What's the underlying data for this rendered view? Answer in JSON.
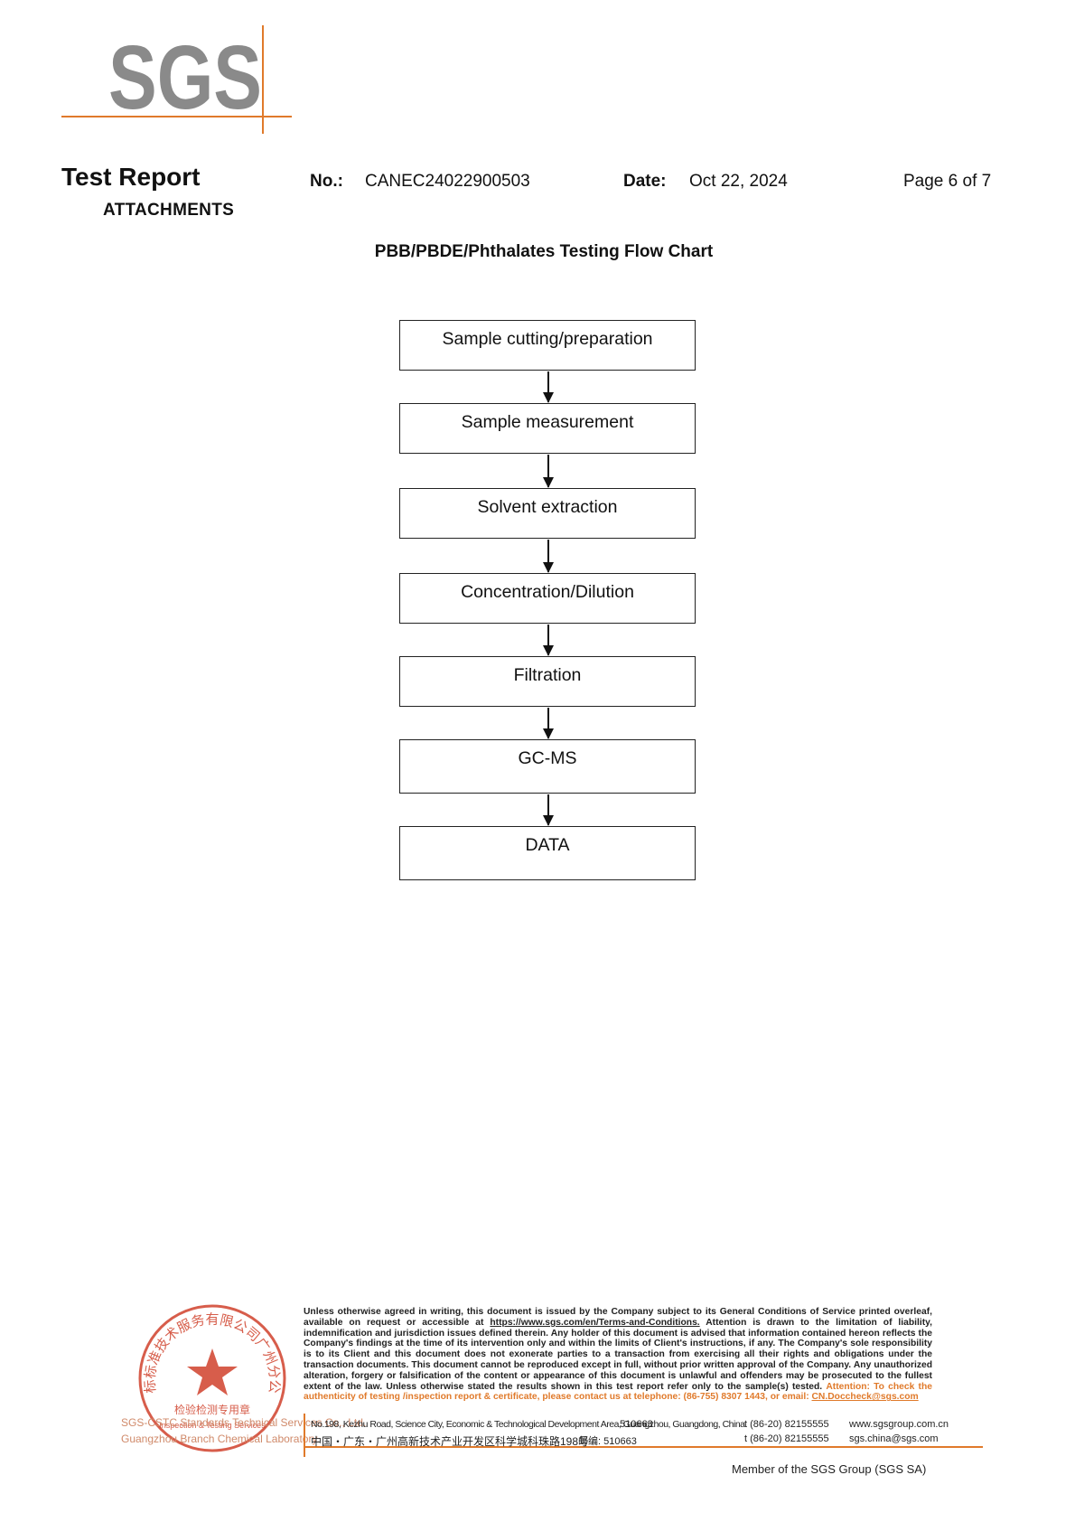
{
  "brand": {
    "logo_text": "SGS",
    "logo_color": "#8a8a8a",
    "accent_color": "#e07a2b"
  },
  "header": {
    "title": "Test Report",
    "subtitle": "ATTACHMENTS",
    "no_label": "No.:",
    "no_value": "CANEC24022900503",
    "date_label": "Date:",
    "date_value": "Oct 22, 2024",
    "page": "Page 6 of 7"
  },
  "flow_chart": {
    "title": "PBB/PBDE/Phthalates Testing Flow Chart",
    "steps": [
      "Sample cutting/preparation",
      "Sample measurement",
      "Solvent extraction",
      "Concentration/Dilution",
      "Filtration",
      "GC-MS",
      "DATA"
    ]
  },
  "footer": {
    "stamp": {
      "ring_text": "通标标准技术服务有限公司广州分公司",
      "center_text": "检验检测专用章",
      "band_text": "Inspection & Testing Services",
      "color": "#d0412b"
    },
    "stamp_caption_line1": "SGS-CSTC Standards Technical Services Co., Ltd.",
    "stamp_caption_line2": "Guangzhou Branch Chemical Laboratory.",
    "legal_part1": "Unless otherwise agreed in writing, this document is issued by the Company subject to its General Conditions of Service printed overleaf, available on request or accessible at ",
    "legal_link": "https://www.sgs.com/en/Terms-and-Conditions.",
    "legal_part2": " Attention is drawn to the limitation of liability, indemnification and jurisdiction issues defined therein. Any holder of this document is advised that information contained hereon reflects the Company's findings at the time of its intervention only and within the limits of Client's instructions, if any. The Company's sole responsibility is to its Client and this document does not exonerate parties to a transaction from exercising all their rights and obligations under the transaction documents. This document cannot be reproduced except in full, without prior written approval of the Company. Any unauthorized alteration, forgery or falsification of the content or appearance of this document is unlawful and offenders may be prosecuted to the fullest extent of the law. Unless otherwise stated the results shown in this test report refer only to the sample(s) tested.",
    "attention_text": "Attention: To check the authenticity of testing /inspection report & certificate, please contact us at telephone: (86-755) 8307 1443, or email: ",
    "attention_email": "CN.Doccheck@sgs.com",
    "address_en": "No.198, Kezhu Road, Science City, Economic & Technological Development Area, Guangzhou, Guangdong, China",
    "postcode_en": "510663",
    "address_cn": "中国・广东・广州高新技术产业开发区科学城科珠路198号",
    "postcode_cn": "邮编: 510663",
    "tel_1": "t (86-20) 82155555",
    "tel_2": "t (86-20) 82155555",
    "web_1": "www.sgsgroup.com.cn",
    "web_2": "sgs.china@sgs.com",
    "member": "Member of the SGS Group (SGS SA)"
  }
}
